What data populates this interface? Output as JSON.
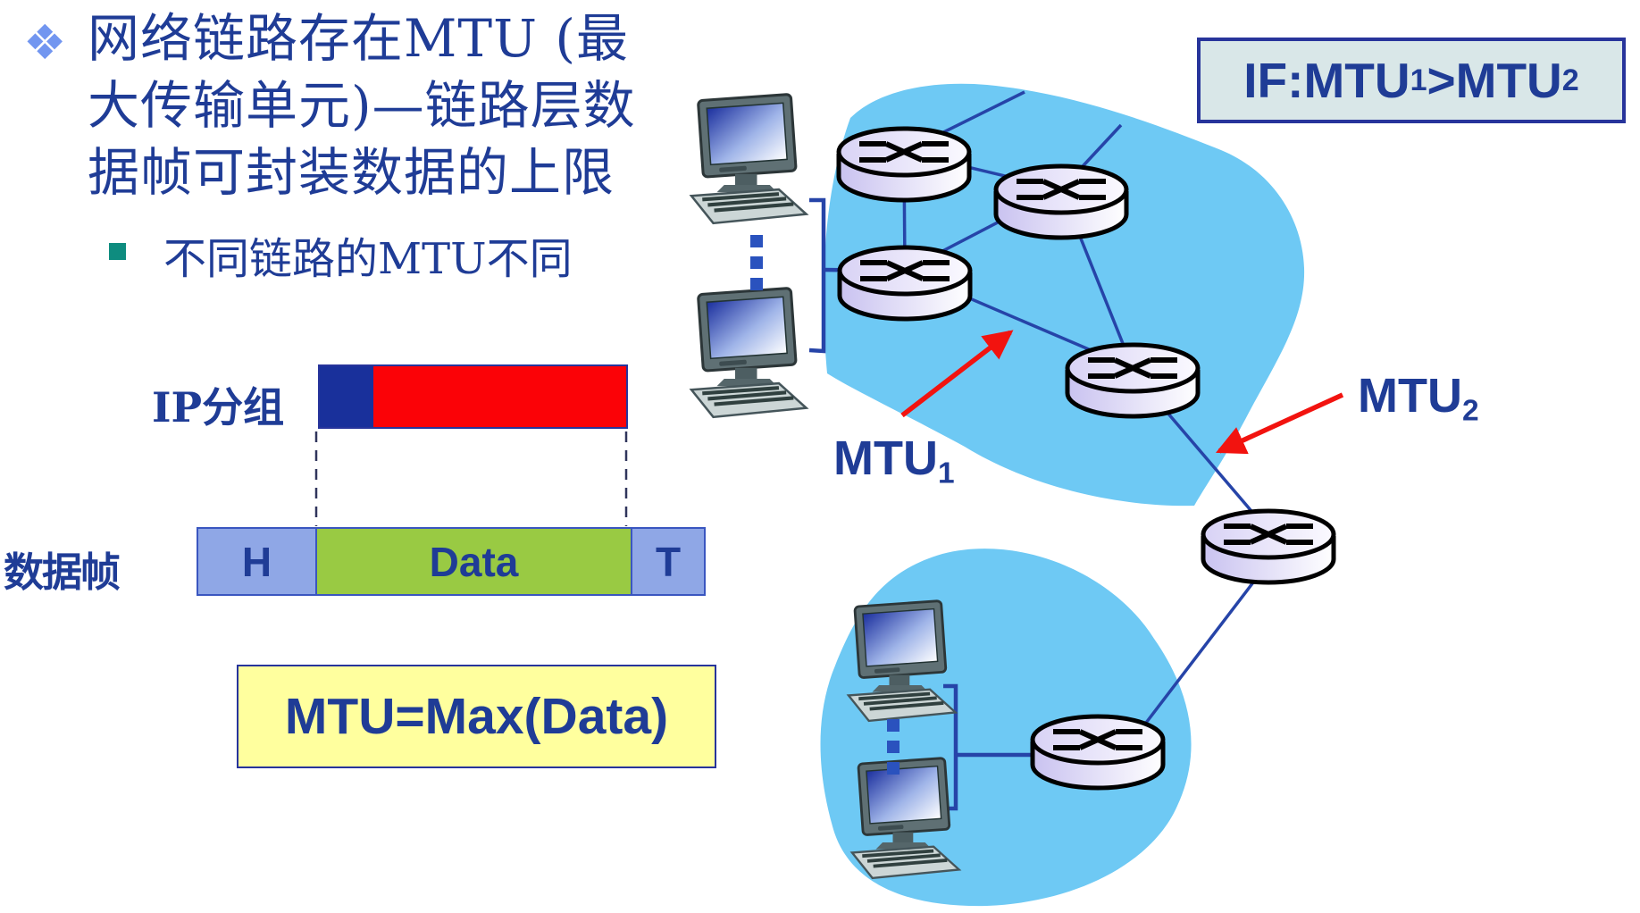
{
  "title_block": {
    "bullet_glyph": "❖",
    "line1": "网络链路存在MTU (最",
    "line2": "大传输单元)—链路层数",
    "line3": "据帧可封装数据的上限",
    "sub_item": "不同链路的MTU不同"
  },
  "ip_packet": {
    "label": "IP分组"
  },
  "data_frame": {
    "label": "数据帧",
    "header": "H",
    "data": "Data",
    "trailer": "T"
  },
  "formula_box": {
    "text": "MTU=Max(Data)"
  },
  "condition_box": {
    "part1": "IF:MTU",
    "sub1": "1",
    "part2": ">MTU",
    "sub2": "2"
  },
  "labels": {
    "mtu1": {
      "base": "MTU",
      "sub": "1"
    },
    "mtu2": {
      "base": "MTU",
      "sub": "2"
    }
  },
  "colors": {
    "text_navy": "#1F3C96",
    "bullet_blue": "#7296F0",
    "sub_bullet_teal": "#0E8C7F",
    "cloud_blue": "#6EC9F4",
    "link_blue": "#2644A8",
    "arrow_red": "#F2130F",
    "ip_header_navy": "#19309B",
    "ip_payload_red": "#FB0207",
    "frame_ht_blue": "#8FA7E6",
    "frame_data_green": "#99CA43",
    "frame_border_blue": "#3A56C0",
    "formula_bg_yellow": "#FFFF9E",
    "condition_bg": "#D9E7E8"
  }
}
